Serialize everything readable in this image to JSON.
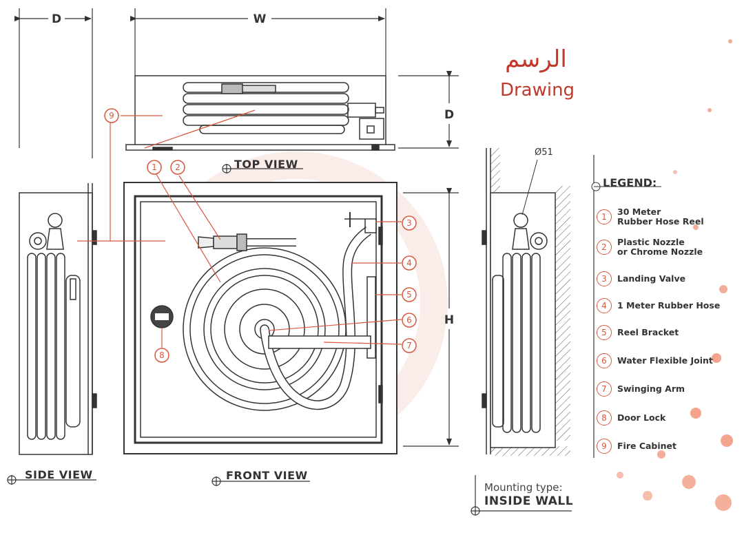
{
  "title": {
    "arabic": "الرسم",
    "english": "Drawing"
  },
  "dimensions": {
    "depth": "D",
    "width": "W",
    "height": "H",
    "diameter": "Ø51"
  },
  "views": {
    "top": "TOP VIEW",
    "side": "SIDE VIEW",
    "front": "FRONT VIEW"
  },
  "mounting": {
    "label": "Mounting type:",
    "value": "INSIDE WALL"
  },
  "legend": {
    "title": "LEGEND:",
    "items": [
      {
        "num": "1",
        "text": "30 Meter\nRubber Hose Reel"
      },
      {
        "num": "2",
        "text": "Plastic Nozzle\nor Chrome Nozzle"
      },
      {
        "num": "3",
        "text": "Landing Valve"
      },
      {
        "num": "4",
        "text": "1 Meter Rubber Hose"
      },
      {
        "num": "5",
        "text": "Reel Bracket"
      },
      {
        "num": "6",
        "text": "Water Flexible Joint"
      },
      {
        "num": "7",
        "text": "Swinging Arm"
      },
      {
        "num": "8",
        "text": "Door Lock"
      },
      {
        "num": "9",
        "text": "Fire Cabinet"
      }
    ]
  },
  "callouts": [
    "1",
    "2",
    "3",
    "4",
    "5",
    "6",
    "7",
    "8",
    "9"
  ],
  "colors": {
    "accent": "#d9573b",
    "title": "#c0392b",
    "line": "#333333"
  }
}
